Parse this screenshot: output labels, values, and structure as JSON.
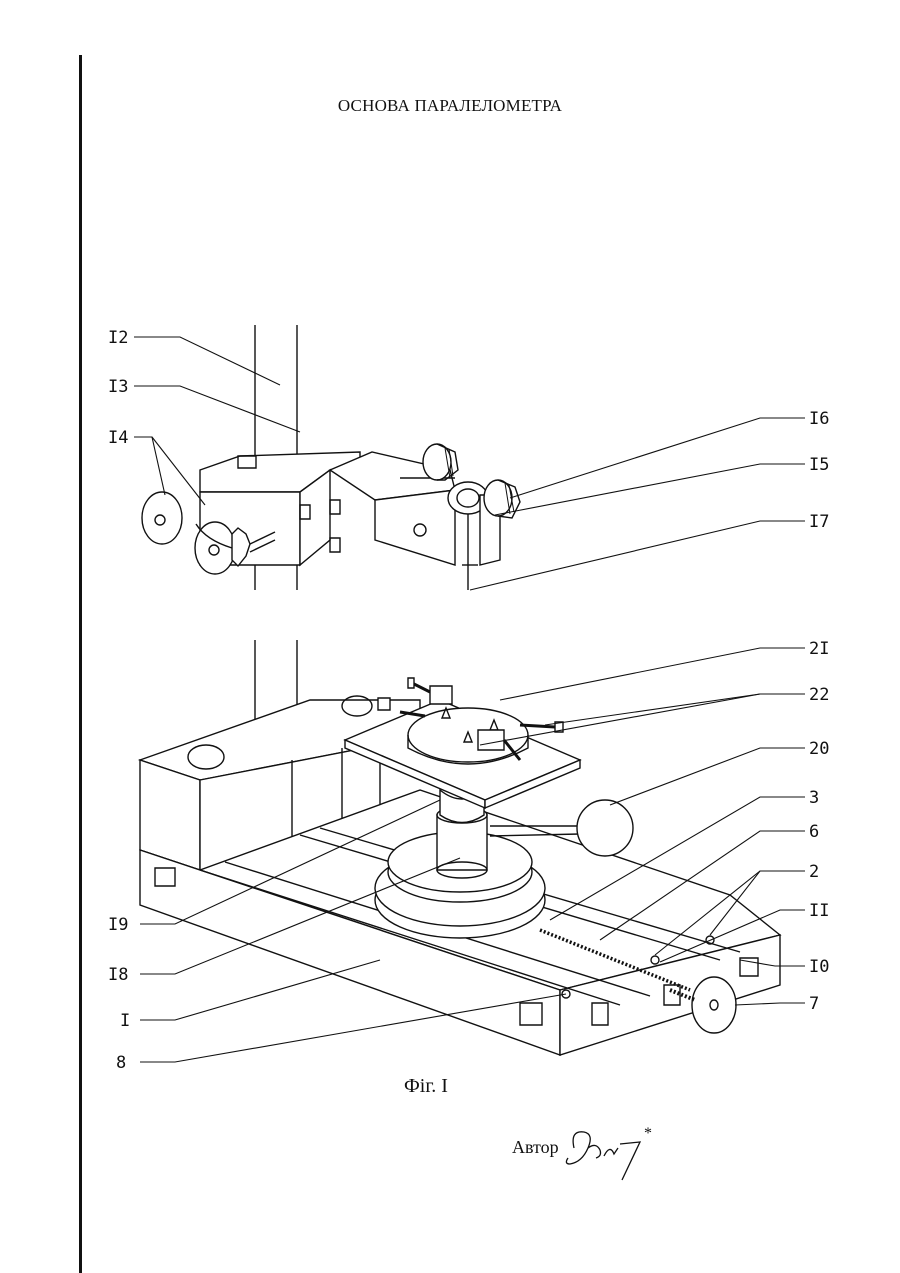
{
  "document": {
    "title": "ОСНОВА ПАРАЛЕЛОМЕТРА",
    "caption": "Фіг. I",
    "author_label": "Автор",
    "signature_mark": "*"
  },
  "figure": {
    "callouts": [
      "I2",
      "I3",
      "I4",
      "I6",
      "I5",
      "I7",
      "2I",
      "22",
      "20",
      "3",
      "6",
      "2",
      "II",
      "I0",
      "7",
      "I9",
      "I8",
      "I",
      "8"
    ]
  }
}
